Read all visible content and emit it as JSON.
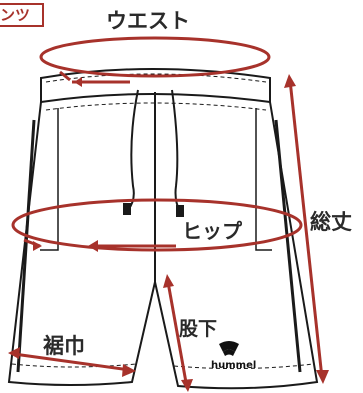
{
  "tag": {
    "label": "ンツ"
  },
  "labels": {
    "waist": "ウエスト",
    "hip": "ヒップ",
    "length": "総丈",
    "inseam": "股下",
    "hem": "裾巾"
  },
  "logo": {
    "text": "hummel"
  },
  "colors": {
    "accent": "#a7322b",
    "outline": "#1a1a1a"
  }
}
